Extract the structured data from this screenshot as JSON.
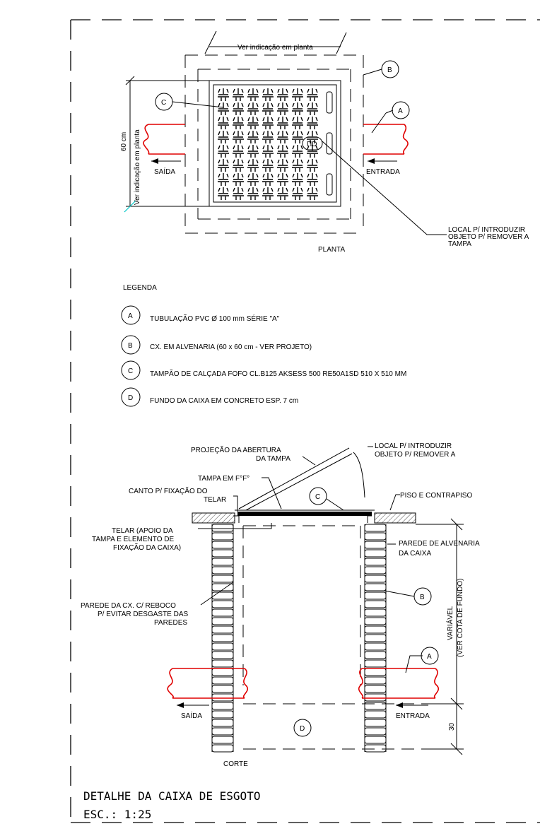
{
  "plan": {
    "top_note": "Ver indicação em planta",
    "side_note": "Ver indicação em planta",
    "dim_60": "60 cm",
    "outlet": "SAÍDA",
    "inlet": "ENTRADA",
    "view_title": "PLANTA",
    "local_note": [
      "LOCAL P/ INTRODUZIR",
      "OBJETO P/ REMOVER A",
      "TAMPA"
    ],
    "lid_text": "ΠD"
  },
  "legend": {
    "title": "LEGENDA",
    "items": [
      {
        "key": "A",
        "text": "TUBULAÇÃO PVC Ø 100 mm SÉRIE \"A\""
      },
      {
        "key": "B",
        "text": "CX. EM ALVENARIA (60 x 60 cm - VER PROJETO)"
      },
      {
        "key": "C",
        "text": "TAMPÃO DE CALÇADA FOFO CL.B125 AKSESS 500 RE50A1SD  510 X 510 MM"
      },
      {
        "key": "D",
        "text": "FUNDO DA CAIXA EM CONCRETO ESP. 7 cm"
      }
    ]
  },
  "section": {
    "projection": [
      "PROJEÇÃO DA ABERTURA",
      "DA TAMPA"
    ],
    "local_note": [
      "LOCAL P/ INTRODUZIR",
      "OBJETO P/ REMOVER A"
    ],
    "lid": "TAMPA EM F°F°",
    "corner": [
      "CANTO P/ FIXAÇÃO DO",
      "TELAR"
    ],
    "floor": "PISO E CONTRAPISO",
    "telar": [
      "TELAR (APOIO DA",
      "TAMPA E ELEMENTO DE",
      "FIXAÇÃO DA CAIXA)"
    ],
    "wall": [
      "PAREDE DE ALVENARIA",
      "DA CAIXA"
    ],
    "plaster": [
      "PAREDE DA CX. C/ REBOCO",
      "P/ EVITAR DESGASTE DAS",
      "PAREDES"
    ],
    "variable": "VARIÁVEL",
    "see_depth": "(VER COTA DE FUNDO)",
    "dim_30": "30",
    "outlet": "SAÍDA",
    "inlet": "ENTRADA",
    "view_title": "CORTE"
  },
  "markers": {
    "a": "A",
    "b": "B",
    "c": "C",
    "d": "D"
  },
  "title_block": {
    "title": "DETALHE DA CAIXA DE ESGOTO",
    "scale": "ESC.: 1:25"
  },
  "colors": {
    "pipe": "#e00000",
    "line": "#000000",
    "accent": "#00c8c8"
  }
}
